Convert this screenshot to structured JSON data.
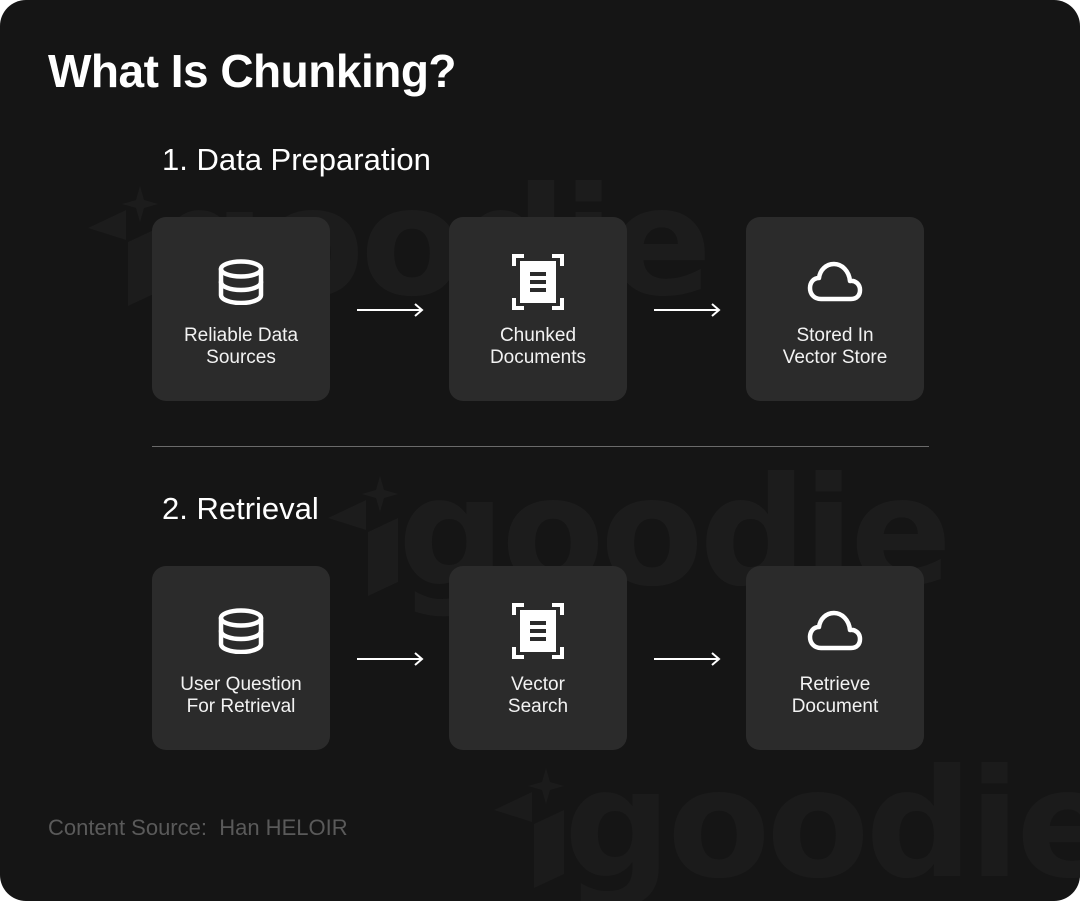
{
  "title": "What Is Chunking?",
  "watermark_text": "goodie",
  "sections": [
    {
      "heading": "1. Data Preparation",
      "steps": [
        {
          "icon": "database-icon",
          "label": "Reliable Data\nSources"
        },
        {
          "icon": "document-scan-icon",
          "label": "Chunked\nDocuments"
        },
        {
          "icon": "cloud-icon",
          "label": "Stored In\nVector Store"
        }
      ]
    },
    {
      "heading": "2. Retrieval",
      "steps": [
        {
          "icon": "database-icon",
          "label": "User Question\nFor Retrieval"
        },
        {
          "icon": "document-scan-icon",
          "label": "Vector\nSearch"
        },
        {
          "icon": "cloud-icon",
          "label": "Retrieve\nDocument"
        }
      ]
    }
  ],
  "footer": "Content Source:  Han HELOIR",
  "colors": {
    "background": "#151515",
    "card": "#2b2b2b",
    "text": "#ffffff",
    "divider": "#6a6a6a",
    "footer_text": "#5a5a5a",
    "watermark": "#1c1c1c"
  }
}
